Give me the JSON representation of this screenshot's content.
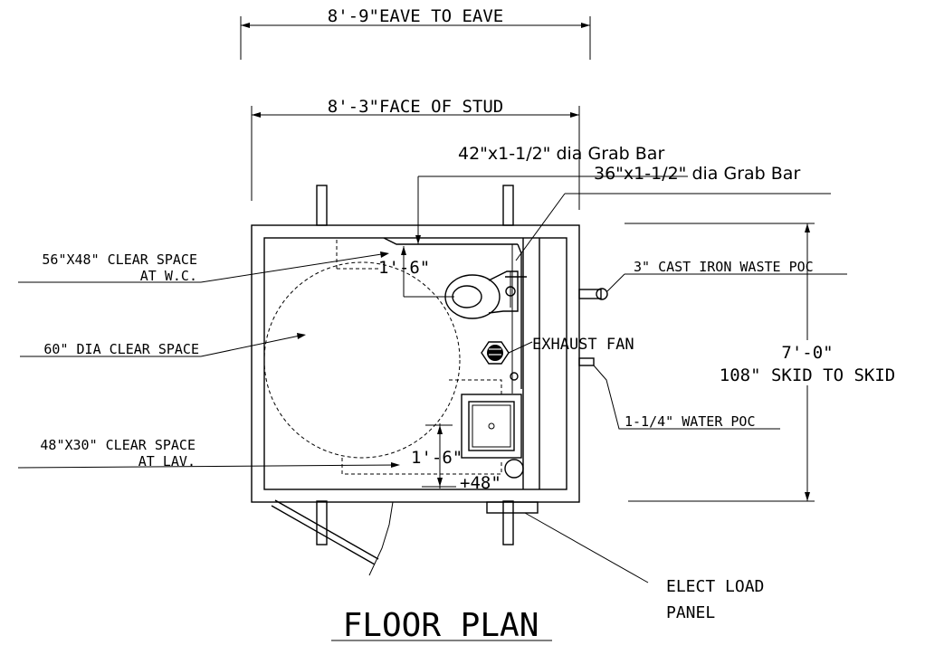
{
  "dimensions": {
    "eave_to_eave": "8'-9\"EAVE TO EAVE",
    "face_of_stud": "8'-3\"FACE OF STUD",
    "clearance_upper": "1'-6\"",
    "clearance_lower": "1'-6\"",
    "height_48": "+48\"",
    "overall_length": "7'-0\"",
    "skid_to_skid": "108\" SKID TO SKID"
  },
  "labels": {
    "grab_bar_42": "42\"x1-1/2\" dia Grab Bar",
    "grab_bar_36": "36\"x1-1/2\" dia Grab Bar",
    "clear_space_wc_line1": "56\"X48\" CLEAR SPACE",
    "clear_space_wc_line2": "AT W.C.",
    "clear_space_60": "60\" DIA CLEAR SPACE",
    "clear_space_lav_line1": "48\"X30\" CLEAR SPACE",
    "clear_space_lav_line2": "AT LAV.",
    "waste_poc": "3\" CAST IRON WASTE POC",
    "exhaust_fan": "EXHAUST FAN",
    "water_poc": "1-1/4\" WATER POC",
    "elect_panel_line1": "ELECT LOAD",
    "elect_panel_line2": "PANEL"
  },
  "title": "FLOOR PLAN"
}
